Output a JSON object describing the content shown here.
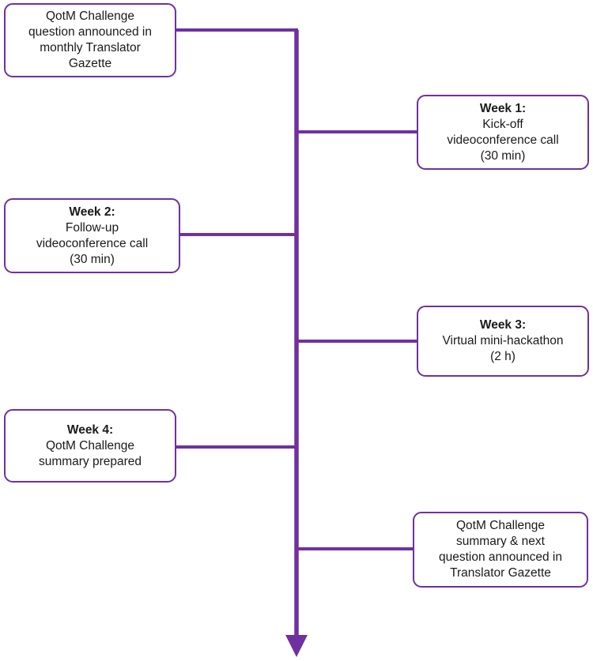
{
  "colors": {
    "accent": "#7030a0",
    "text": "#1a1a1a",
    "background": "#ffffff"
  },
  "milestones": [
    {
      "id": "announce",
      "heading": "",
      "lines": [
        "QotM Challenge",
        "question announced in",
        "monthly Translator",
        "Gazette"
      ]
    },
    {
      "id": "week1",
      "heading": "Week 1:",
      "lines": [
        "Kick-off",
        "videoconference call",
        "(30 min)"
      ]
    },
    {
      "id": "week2",
      "heading": "Week 2:",
      "lines": [
        "Follow-up",
        "videoconference call",
        "(30 min)"
      ]
    },
    {
      "id": "week3",
      "heading": "Week 3:",
      "lines": [
        "Virtual mini-hackathon",
        "(2 h)"
      ]
    },
    {
      "id": "week4",
      "heading": "Week 4:",
      "lines": [
        "QotM Challenge",
        "summary prepared"
      ]
    },
    {
      "id": "summary",
      "heading": "",
      "lines": [
        "QotM Challenge",
        "summary & next",
        "question announced in",
        "Translator Gazette"
      ]
    }
  ]
}
